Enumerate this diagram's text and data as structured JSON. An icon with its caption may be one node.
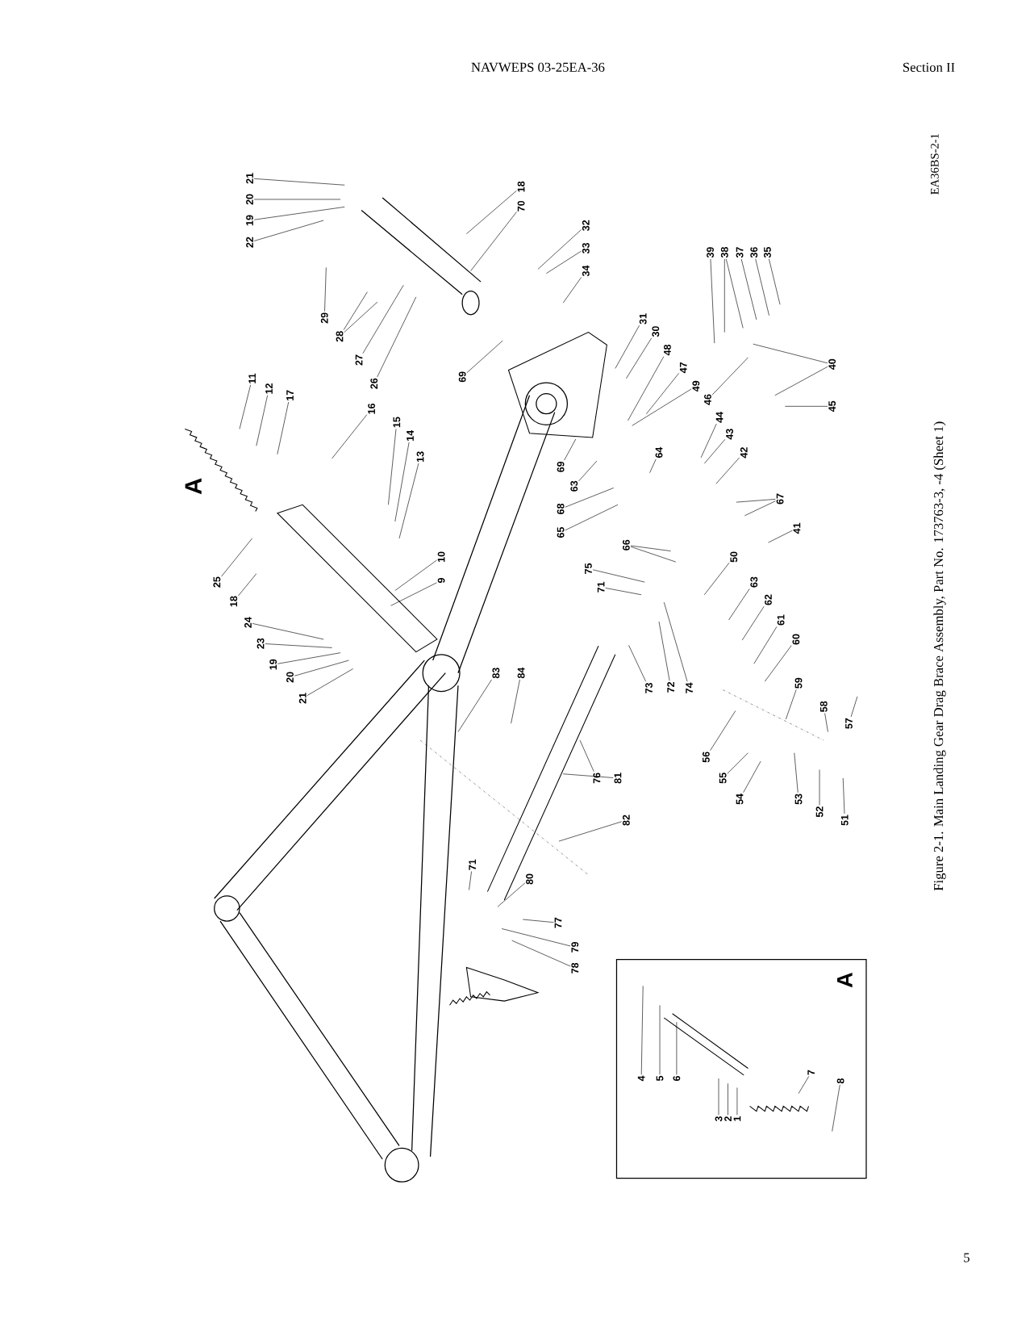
{
  "diagram": {
    "caption": "Figure 2-1. Main Landing Gear Drag Brace Assembly, Part No. 173763-3, -4 (Sheet 1)",
    "nodes": [
      {
        "text": [
          "21"
        ]
      },
      {
        "text": [
          "20"
        ]
      },
      {
        "text": [
          "19"
        ]
      },
      {
        "text": [
          "22"
        ]
      },
      {
        "text": [
          "18"
        ]
      },
      {
        "text": [
          "70"
        ]
      },
      {
        "text": [
          "29"
        ]
      },
      {
        "text": [
          "28"
        ]
      },
      {
        "text": [
          "27"
        ]
      },
      {
        "text": [
          "26"
        ]
      },
      {
        "text": [
          "32"
        ]
      },
      {
        "text": [
          "33"
        ]
      },
      {
        "text": [
          "34"
        ]
      },
      {
        "text": [
          "39"
        ]
      },
      {
        "text": [
          "38"
        ]
      },
      {
        "text": [
          "37"
        ]
      },
      {
        "text": [
          "36"
        ]
      },
      {
        "text": [
          "35"
        ]
      },
      {
        "text": [
          "31"
        ]
      },
      {
        "text": [
          "30"
        ]
      },
      {
        "text": [
          "69"
        ]
      },
      {
        "text": [
          "48"
        ]
      },
      {
        "text": [
          "47"
        ]
      },
      {
        "text": [
          "49"
        ]
      },
      {
        "text": [
          "46"
        ]
      },
      {
        "text": [
          "40"
        ]
      },
      {
        "text": [
          "45"
        ]
      },
      {
        "text": [
          "11"
        ]
      },
      {
        "text": [
          "12"
        ]
      },
      {
        "text": [
          "17"
        ]
      },
      {
        "text": [
          "16"
        ]
      },
      {
        "text": [
          "15"
        ]
      },
      {
        "text": [
          "14"
        ]
      },
      {
        "text": [
          "13"
        ]
      },
      {
        "text": [
          "44"
        ]
      },
      {
        "text": [
          "43"
        ]
      },
      {
        "text": [
          "42"
        ]
      },
      {
        "text": [
          "64"
        ]
      },
      {
        "text": [
          "69"
        ]
      },
      {
        "text": [
          "63"
        ]
      },
      {
        "text": [
          "68"
        ]
      },
      {
        "text": [
          "65"
        ]
      },
      {
        "text": [
          "67"
        ]
      },
      {
        "text": [
          "25"
        ]
      },
      {
        "text": [
          "18"
        ]
      },
      {
        "text": [
          "24"
        ]
      },
      {
        "text": [
          "23"
        ]
      },
      {
        "text": [
          "19"
        ]
      },
      {
        "text": [
          "20"
        ]
      },
      {
        "text": [
          "21"
        ]
      },
      {
        "text": [
          "10"
        ]
      },
      {
        "text": [
          "9"
        ]
      },
      {
        "text": [
          "41"
        ]
      },
      {
        "text": [
          "66"
        ]
      },
      {
        "text": [
          "75"
        ]
      },
      {
        "text": [
          "71"
        ]
      },
      {
        "text": [
          "50"
        ]
      },
      {
        "text": [
          "63"
        ]
      },
      {
        "text": [
          "62"
        ]
      },
      {
        "text": [
          "61"
        ]
      },
      {
        "text": [
          "60"
        ]
      },
      {
        "text": [
          "59"
        ]
      },
      {
        "text": [
          "58"
        ]
      },
      {
        "text": [
          "57"
        ]
      },
      {
        "text": [
          "73"
        ]
      },
      {
        "text": [
          "72"
        ]
      },
      {
        "text": [
          "74"
        ]
      },
      {
        "text": [
          "83"
        ]
      },
      {
        "text": [
          "84"
        ]
      },
      {
        "text": [
          "56"
        ]
      },
      {
        "text": [
          "55"
        ]
      },
      {
        "text": [
          "54"
        ]
      },
      {
        "text": [
          "53"
        ]
      },
      {
        "text": [
          "52"
        ]
      },
      {
        "text": [
          "51"
        ]
      },
      {
        "text": [
          "76"
        ]
      },
      {
        "text": [
          "81"
        ]
      },
      {
        "text": [
          "82"
        ]
      },
      {
        "text": [
          "71"
        ]
      },
      {
        "text": [
          "80"
        ]
      },
      {
        "text": [
          "77"
        ]
      },
      {
        "text": [
          "79"
        ]
      },
      {
        "text": [
          "78"
        ]
      },
      {
        "text": [
          "A"
        ]
      },
      {
        "text": [
          "4"
        ],
        "in": 83
      },
      {
        "text": [
          "5"
        ],
        "in": 83
      },
      {
        "text": [
          "6"
        ],
        "in": 83
      },
      {
        "text": [
          "3"
        ],
        "in": 83
      },
      {
        "text": [
          "2"
        ],
        "in": 83
      },
      {
        "text": [
          "1"
        ],
        "in": 83
      },
      {
        "text": [
          "7"
        ],
        "in": 83
      },
      {
        "text": [
          "8"
        ],
        "in": 83
      }
    ],
    "edges": [
      {
        "from": 0,
        "to": null,
        "arrow": "none"
      },
      {
        "from": 1,
        "to": null,
        "arrow": "none"
      },
      {
        "from": 2,
        "to": null,
        "arrow": "none"
      },
      {
        "from": 3,
        "to": null,
        "arrow": "none"
      },
      {
        "from": 4,
        "to": null,
        "arrow": "none"
      },
      {
        "from": 5,
        "to": null,
        "arrow": "none"
      },
      {
        "from": 6,
        "to": null,
        "arrow": "none"
      },
      {
        "from": 7,
        "to": null,
        "arrow": "none"
      },
      {
        "from": 7,
        "to": null,
        "arrow": "none"
      },
      {
        "from": 8,
        "to": null,
        "arrow": "none"
      },
      {
        "from": 9,
        "to": null,
        "arrow": "none"
      },
      {
        "from": 10,
        "to": null,
        "arrow": "none"
      },
      {
        "from": 11,
        "to": null,
        "arrow": "none"
      },
      {
        "from": 12,
        "to": null,
        "arrow": "none"
      },
      {
        "from": 13,
        "to": null,
        "arrow": "none"
      },
      {
        "from": 14,
        "to": null,
        "arrow": "none"
      },
      {
        "from": 14,
        "to": null,
        "arrow": "none"
      },
      {
        "from": 15,
        "to": null,
        "arrow": "none"
      },
      {
        "from": 16,
        "to": null,
        "arrow": "none"
      },
      {
        "from": 17,
        "to": null,
        "arrow": "none"
      },
      {
        "from": 18,
        "to": null,
        "arrow": "none"
      },
      {
        "from": 19,
        "to": null,
        "arrow": "none"
      },
      {
        "from": 20,
        "to": null,
        "arrow": "none"
      },
      {
        "from": 21,
        "to": null,
        "arrow": "none"
      },
      {
        "from": 22,
        "to": null,
        "arrow": "none"
      },
      {
        "from": 23,
        "to": null,
        "arrow": "none"
      },
      {
        "from": 24,
        "to": null,
        "arrow": "none"
      },
      {
        "from": 25,
        "to": null,
        "arrow": "none"
      },
      {
        "from": 25,
        "to": null,
        "arrow": "none"
      },
      {
        "from": 26,
        "to": null,
        "arrow": "none"
      },
      {
        "from": 27,
        "to": null,
        "arrow": "none"
      },
      {
        "from": 28,
        "to": null,
        "arrow": "none"
      },
      {
        "from": 29,
        "to": null,
        "arrow": "none"
      },
      {
        "from": 30,
        "to": null,
        "arrow": "none"
      },
      {
        "from": 31,
        "to": null,
        "arrow": "none"
      },
      {
        "from": 32,
        "to": null,
        "arrow": "none"
      },
      {
        "from": 33,
        "to": null,
        "arrow": "none"
      },
      {
        "from": 34,
        "to": null,
        "arrow": "none"
      },
      {
        "from": 35,
        "to": null,
        "arrow": "none"
      },
      {
        "from": 36,
        "to": null,
        "arrow": "none"
      },
      {
        "from": 37,
        "to": null,
        "arrow": "none"
      },
      {
        "from": 38,
        "to": null,
        "arrow": "none"
      },
      {
        "from": 39,
        "to": null,
        "arrow": "none"
      },
      {
        "from": 40,
        "to": null,
        "arrow": "none"
      },
      {
        "from": 41,
        "to": null,
        "arrow": "none"
      },
      {
        "from": 42,
        "to": null,
        "arrow": "none"
      },
      {
        "from": 42,
        "to": null,
        "arrow": "none"
      },
      {
        "from": 43,
        "to": null,
        "arrow": "none"
      },
      {
        "from": 44,
        "to": null,
        "arrow": "none"
      },
      {
        "from": 45,
        "to": null,
        "arrow": "none"
      },
      {
        "from": 46,
        "to": null,
        "arrow": "none"
      },
      {
        "from": 47,
        "to": null,
        "arrow": "none"
      },
      {
        "from": 48,
        "to": null,
        "arrow": "none"
      },
      {
        "from": 49,
        "to": null,
        "arrow": "none"
      },
      {
        "from": 50,
        "to": null,
        "arrow": "none"
      },
      {
        "from": 51,
        "to": null,
        "arrow": "none"
      },
      {
        "from": 52,
        "to": null,
        "arrow": "none"
      },
      {
        "from": 53,
        "to": null,
        "arrow": "none"
      },
      {
        "from": 53,
        "to": null,
        "arrow": "none"
      },
      {
        "from": 54,
        "to": null,
        "arrow": "none"
      },
      {
        "from": 55,
        "to": null,
        "arrow": "none"
      },
      {
        "from": 56,
        "to": null,
        "arrow": "none"
      },
      {
        "from": 57,
        "to": null,
        "arrow": "none"
      },
      {
        "from": 58,
        "to": null,
        "arrow": "none"
      },
      {
        "from": 59,
        "to": null,
        "arrow": "none"
      },
      {
        "from": 60,
        "to": null,
        "arrow": "none"
      },
      {
        "from": 61,
        "to": null,
        "arrow": "none"
      },
      {
        "from": 62,
        "to": null,
        "arrow": "none"
      },
      {
        "from": 63,
        "to": null,
        "arrow": "none"
      },
      {
        "from": 64,
        "to": null,
        "arrow": "none"
      },
      {
        "from": 65,
        "to": null,
        "arrow": "none"
      },
      {
        "from": 66,
        "to": null,
        "arrow": "none"
      },
      {
        "from": 67,
        "to": null,
        "arrow": "none"
      },
      {
        "from": 68,
        "to": null,
        "arrow": "none"
      },
      {
        "from": 69,
        "to": null,
        "arrow": "none"
      },
      {
        "from": 70,
        "to": null,
        "arrow": "none"
      },
      {
        "from": 71,
        "to": null,
        "arrow": "none"
      },
      {
        "from": 72,
        "to": null,
        "arrow": "none"
      },
      {
        "from": 73,
        "to": null,
        "arrow": "none"
      },
      {
        "from": 74,
        "to": null,
        "arrow": "none"
      },
      {
        "from": 75,
        "to": null,
        "arrow": "none"
      },
      {
        "from": 76,
        "to": null,
        "arrow": "none"
      },
      {
        "from": 77,
        "to": null,
        "arrow": "none"
      },
      {
        "from": 78,
        "to": null,
        "arrow": "none"
      },
      {
        "from": 79,
        "to": null,
        "arrow": "none"
      },
      {
        "from": 80,
        "to": null,
        "arrow": "none"
      },
      {
        "from": 81,
        "to": null,
        "arrow": "none"
      },
      {
        "from": 82,
        "to": null,
        "arrow": "none"
      },
      {
        "from": 84,
        "to": null,
        "arrow": "none"
      },
      {
        "from": 85,
        "to": null,
        "arrow": "none"
      },
      {
        "from": 86,
        "to": null,
        "arrow": "none"
      },
      {
        "from": 87,
        "to": null,
        "arrow": "none"
      },
      {
        "from": 88,
        "to": null,
        "arrow": "none"
      },
      {
        "from": 89,
        "to": null,
        "arrow": "none"
      },
      {
        "from": 90,
        "to": null,
        "arrow": "none"
      },
      {
        "from": 91,
        "to": null,
        "arrow": "none"
      }
    ],
    "labels": [
      "NAVWEPS 03-25EA-36",
      "Section II",
      "EA36BS-2-1",
      "A",
      "5"
    ]
  }
}
